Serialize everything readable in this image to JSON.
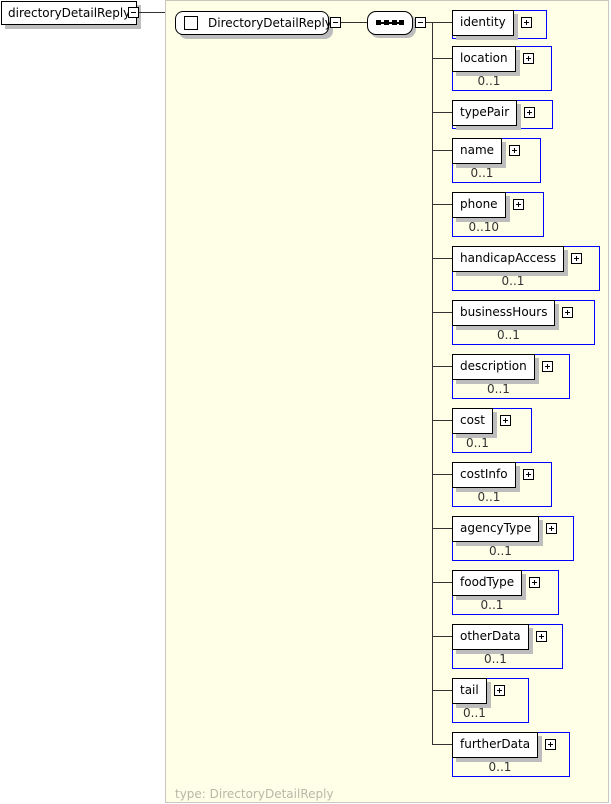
{
  "root": {
    "label": "directoryDetailReply"
  },
  "complex_type": {
    "label": "DirectoryDetailReply"
  },
  "sequence": {
    "kind": "sequence"
  },
  "children": [
    {
      "label": "identity",
      "cardinality": null
    },
    {
      "label": "location",
      "cardinality": "0..1"
    },
    {
      "label": "typePair",
      "cardinality": null
    },
    {
      "label": "name",
      "cardinality": "0..1"
    },
    {
      "label": "phone",
      "cardinality": "0..10"
    },
    {
      "label": "handicapAccess",
      "cardinality": "0..1"
    },
    {
      "label": "businessHours",
      "cardinality": "0..1"
    },
    {
      "label": "description",
      "cardinality": "0..1"
    },
    {
      "label": "cost",
      "cardinality": "0..1"
    },
    {
      "label": "costInfo",
      "cardinality": "0..1"
    },
    {
      "label": "agencyType",
      "cardinality": "0..1"
    },
    {
      "label": "foodType",
      "cardinality": "0..1"
    },
    {
      "label": "otherData",
      "cardinality": "0..1"
    },
    {
      "label": "tail",
      "cardinality": "0..1"
    },
    {
      "label": "furtherData",
      "cardinality": "0..1"
    }
  ],
  "footer": {
    "type_label": "type: DirectoryDetailReply"
  },
  "colors": {
    "panel": "#ffffe8",
    "element_border": "#0000ff"
  }
}
